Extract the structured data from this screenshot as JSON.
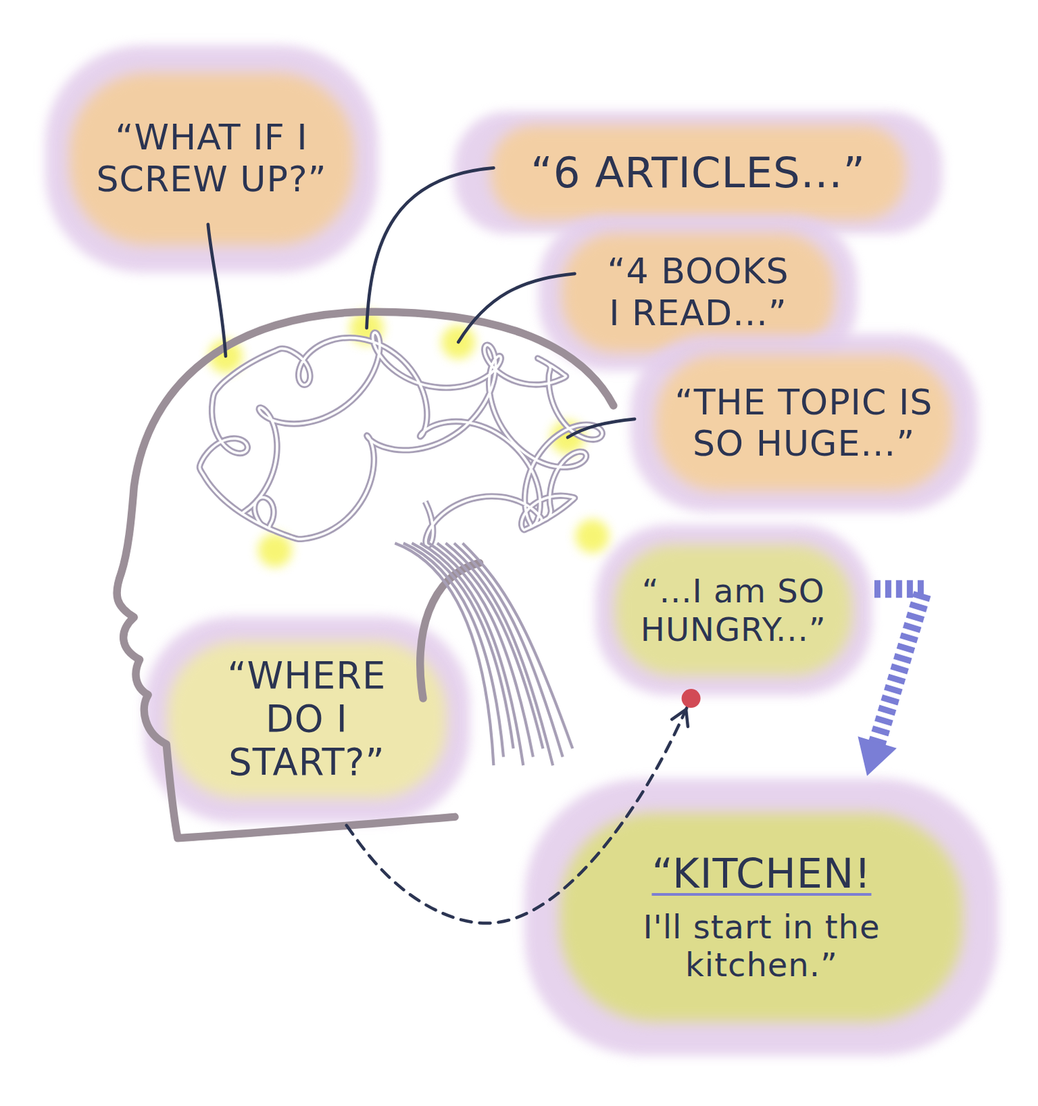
{
  "diagram": {
    "nodes": [
      {
        "text": [
          "“WHAT IF I SCREW UP?”"
        ]
      },
      {
        "text": [
          "“6 ARTICLES...”"
        ]
      },
      {
        "text": [
          "“4 BOOKS I READ...”"
        ]
      },
      {
        "text": [
          "“THE TOPIC IS SO HUGE...”"
        ]
      },
      {
        "text": [
          "“...I am SO HUNGRY...”"
        ]
      },
      {
        "text": [
          "“WHERE DO I START?”"
        ]
      },
      {
        "text": [
          "“KITCHEN!",
          "I'll start in the kitchen.”"
        ]
      }
    ],
    "edges": [
      {
        "from": 5,
        "to": 4,
        "arrow": "to"
      },
      {
        "from": 4,
        "to": 6,
        "arrow": "to"
      }
    ]
  }
}
